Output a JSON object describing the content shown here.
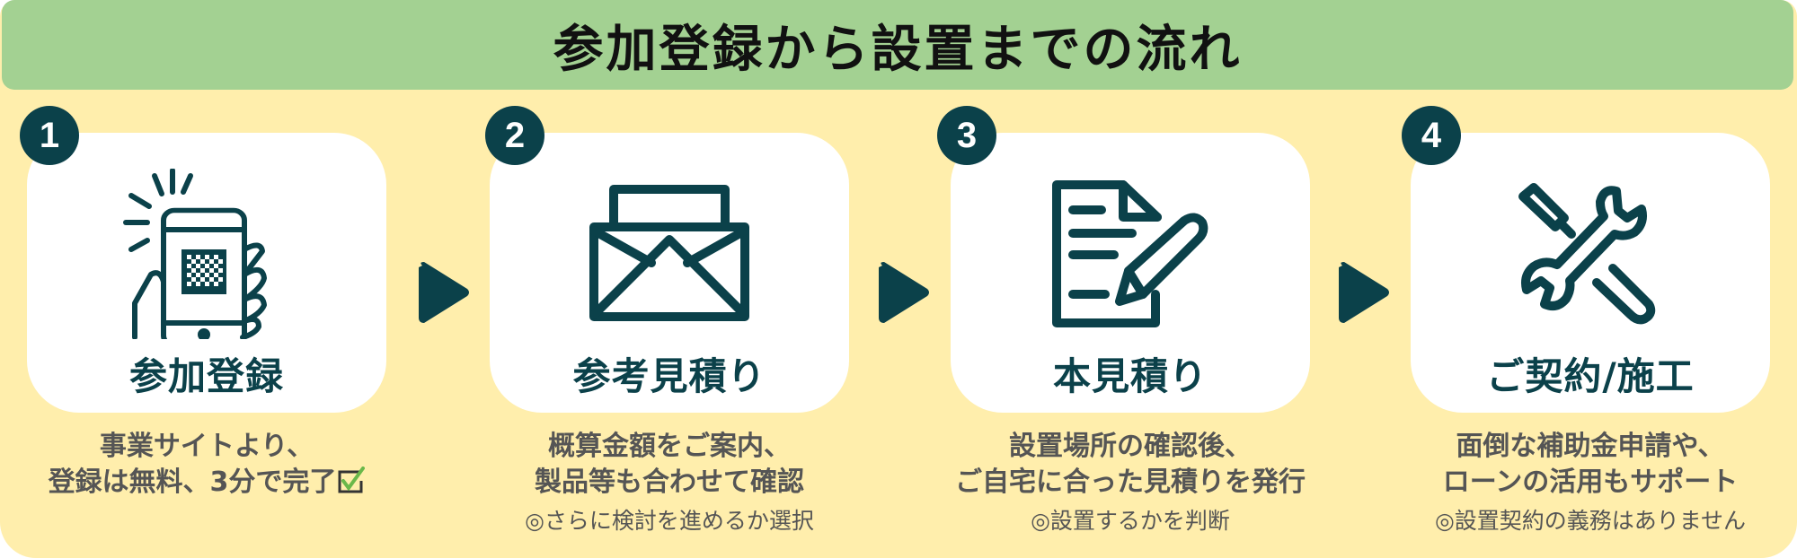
{
  "header": {
    "title": "参加登録から設置までの流れ"
  },
  "colors": {
    "header_bg": "#a3d192",
    "panel_bg": "#ffeeac",
    "card_bg": "#ffffff",
    "accent_dark": "#0b414a",
    "body_text": "#555555",
    "check_green": "#6ab84a"
  },
  "steps": [
    {
      "number": "1",
      "icon": "smartphone-qr-icon",
      "label": "参加登録",
      "desc_lines": [
        "事業サイトより、",
        "登録は無料、3分で完了"
      ],
      "desc_suffix_icon": "checkbox-checked-icon",
      "note": ""
    },
    {
      "number": "2",
      "icon": "envelope-letter-icon",
      "label": "参考見積り",
      "desc_lines": [
        "概算金額をご案内、",
        "製品等も合わせて確認"
      ],
      "note": "◎さらに検討を進めるか選択"
    },
    {
      "number": "3",
      "icon": "document-pencil-icon",
      "label": "本見積り",
      "desc_lines": [
        "設置場所の確認後、",
        "ご自宅に合った見積りを発行"
      ],
      "note": "◎設置するかを判断"
    },
    {
      "number": "4",
      "icon": "wrench-screwdriver-icon",
      "label": "ご契約/施工",
      "desc_lines": [
        "面倒な補助金申請や、",
        "ローンの活用もサポート"
      ],
      "note": "◎設置契約の義務はありません"
    }
  ],
  "arrows": [
    {
      "icon": "arrow-right-icon"
    },
    {
      "icon": "arrow-right-icon"
    },
    {
      "icon": "arrow-right-icon"
    }
  ]
}
